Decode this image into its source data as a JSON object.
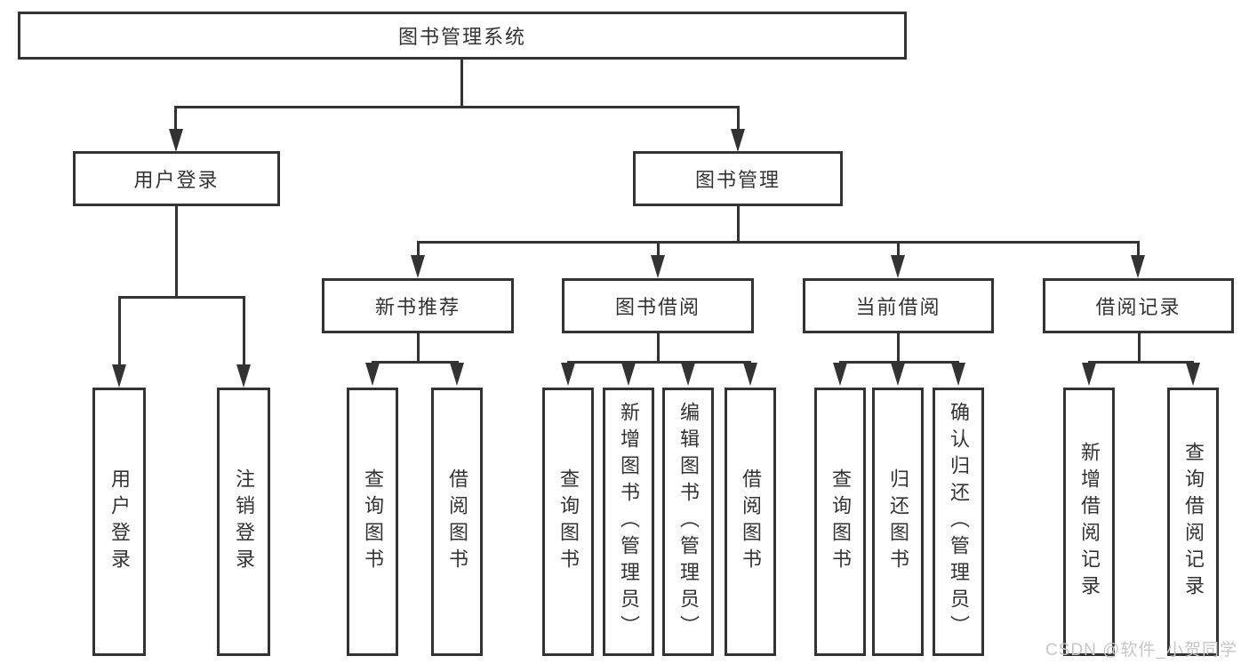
{
  "diagram": {
    "root": {
      "label": "图书管理系统"
    },
    "branches": [
      {
        "label": "用户登录",
        "children": [
          {
            "label": "用户登录"
          },
          {
            "label": "注销登录"
          }
        ]
      },
      {
        "label": "图书管理",
        "children": [
          {
            "label": "新书推荐",
            "children": [
              {
                "label": "查询图书"
              },
              {
                "label": "借阅图书"
              }
            ]
          },
          {
            "label": "图书借阅",
            "children": [
              {
                "label": "查询图书"
              },
              {
                "label": "新增图书（管理员）"
              },
              {
                "label": "编辑图书（管理员）"
              },
              {
                "label": "借阅图书"
              }
            ]
          },
          {
            "label": "当前借阅",
            "children": [
              {
                "label": "查询图书"
              },
              {
                "label": "归还图书"
              },
              {
                "label": "确认归还（管理员）"
              }
            ]
          },
          {
            "label": "借阅记录",
            "children": [
              {
                "label": "新增借阅记录"
              },
              {
                "label": "查询借阅记录"
              }
            ]
          }
        ]
      }
    ],
    "watermark": "CSDN @软件_小贺同学",
    "colors": {
      "line": "#333333",
      "text": "#333333",
      "watermark": "#c6c6c6",
      "background": "#ffffff"
    }
  }
}
